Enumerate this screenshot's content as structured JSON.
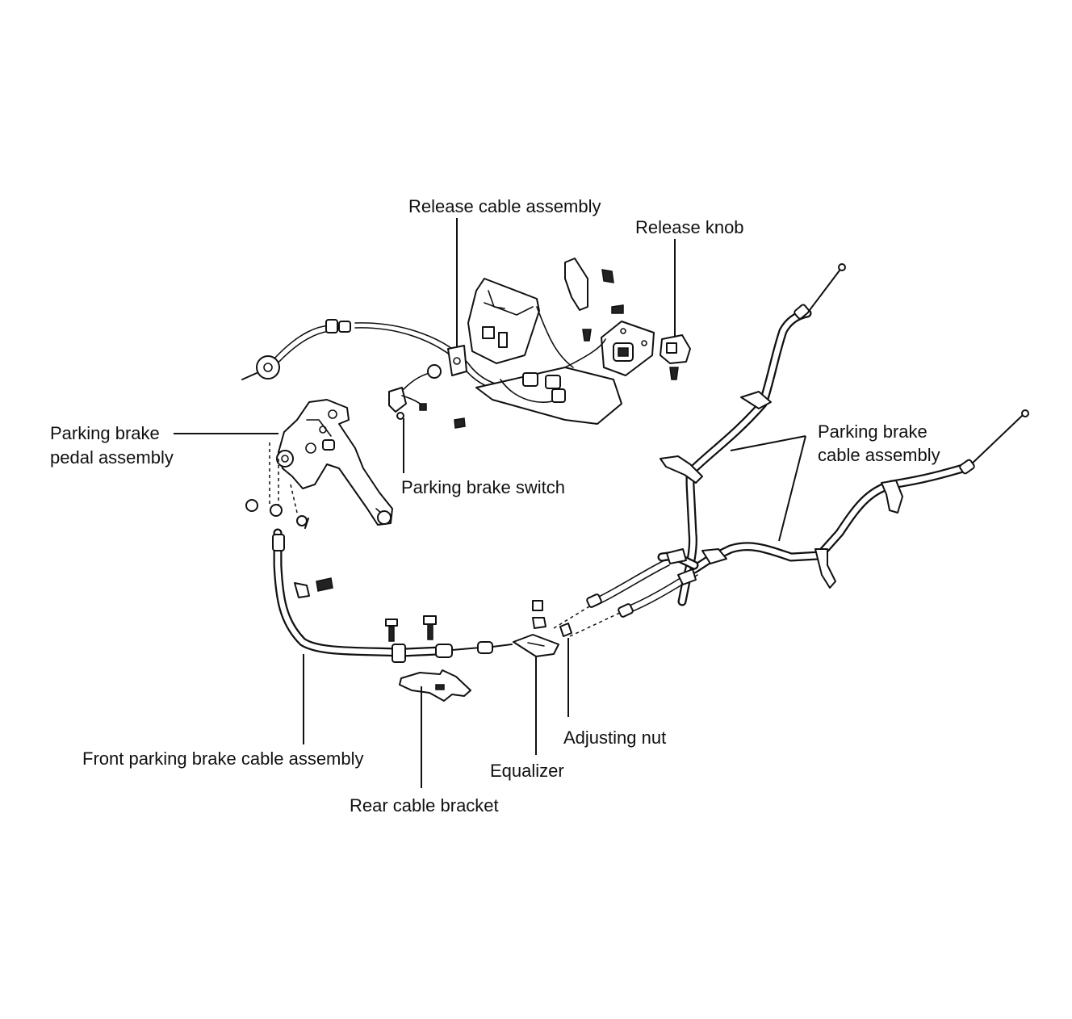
{
  "labels": {
    "release_cable_assembly": "Release cable assembly",
    "release_knob": "Release knob",
    "parking_brake_pedal_assembly_line1": "Parking brake",
    "parking_brake_pedal_assembly_line2": "pedal assembly",
    "parking_brake_switch": "Parking brake switch",
    "parking_brake_cable_assembly_line1": "Parking brake",
    "parking_brake_cable_assembly_line2": "cable assembly",
    "adjusting_nut": "Adjusting nut",
    "front_parking_brake_cable_assembly": "Front parking brake cable assembly",
    "equalizer": "Equalizer",
    "rear_cable_bracket": "Rear cable bracket"
  },
  "colors": {
    "line": "#111111",
    "background": "#ffffff"
  }
}
